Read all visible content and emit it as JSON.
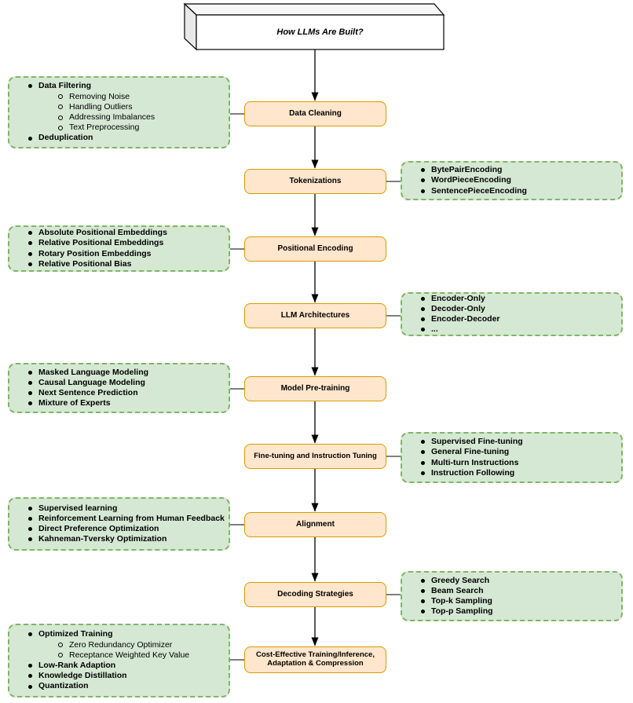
{
  "title": "How LLMs Are Built?",
  "flow": {
    "nodes": [
      {
        "label": "Data Cleaning"
      },
      {
        "label": "Tokenizations"
      },
      {
        "label": "Positional Encoding"
      },
      {
        "label": "LLM Architectures"
      },
      {
        "label": "Model Pre-training"
      },
      {
        "label": "Fine-tuning and Instruction Tuning"
      },
      {
        "label": "Alignment"
      },
      {
        "label": "Decoding Strategies"
      },
      {
        "label": "Cost-Effective Training/Inference, Adaptation & Compression"
      }
    ]
  },
  "side_boxes": [
    {
      "side": "left",
      "connects_to": "Data Cleaning",
      "items": [
        {
          "text": "Data Filtering",
          "level": 1
        },
        {
          "text": "Removing Noise",
          "level": 2
        },
        {
          "text": "Handling Outliers",
          "level": 2
        },
        {
          "text": "Addressing Imbalances",
          "level": 2
        },
        {
          "text": "Text Preprocessing",
          "level": 2
        },
        {
          "text": "Deduplication",
          "level": 1
        }
      ]
    },
    {
      "side": "right",
      "connects_to": "Tokenizations",
      "items": [
        {
          "text": "BytePairEncoding",
          "level": 1
        },
        {
          "text": "WordPieceEncoding",
          "level": 1
        },
        {
          "text": "SentencePieceEncoding",
          "level": 1
        }
      ]
    },
    {
      "side": "left",
      "connects_to": "Positional Encoding",
      "items": [
        {
          "text": "Absolute Positional Embeddings",
          "level": 1
        },
        {
          "text": "Relative Positional Embeddings",
          "level": 1
        },
        {
          "text": "Rotary Position Embeddings",
          "level": 1
        },
        {
          "text": "Relative Positional Bias",
          "level": 1
        }
      ]
    },
    {
      "side": "right",
      "connects_to": "LLM Architectures",
      "items": [
        {
          "text": "Encoder-Only",
          "level": 1
        },
        {
          "text": "Decoder-Only",
          "level": 1
        },
        {
          "text": "Encoder-Decoder",
          "level": 1
        },
        {
          "text": "...",
          "level": 1
        }
      ]
    },
    {
      "side": "left",
      "connects_to": "Model Pre-training",
      "items": [
        {
          "text": "Masked Language Modeling",
          "level": 1
        },
        {
          "text": "Causal Language Modeling",
          "level": 1
        },
        {
          "text": "Next Sentence Prediction",
          "level": 1
        },
        {
          "text": "Mixture of Experts",
          "level": 1
        }
      ]
    },
    {
      "side": "right",
      "connects_to": "Fine-tuning and Instruction Tuning",
      "items": [
        {
          "text": "Supervised Fine-tuning",
          "level": 1
        },
        {
          "text": "General Fine-tuning",
          "level": 1
        },
        {
          "text": "Multi-turn Instructions",
          "level": 1
        },
        {
          "text": "Instruction Following",
          "level": 1
        }
      ]
    },
    {
      "side": "left",
      "connects_to": "Alignment",
      "items": [
        {
          "text": "Supervised learning",
          "level": 1
        },
        {
          "text": "Reinforcement Learning from Human Feedback",
          "level": 1
        },
        {
          "text": "Direct Preference Optimization",
          "level": 1
        },
        {
          "text": "Kahneman-Tversky Optimization",
          "level": 1
        }
      ]
    },
    {
      "side": "right",
      "connects_to": "Decoding Strategies",
      "items": [
        {
          "text": "Greedy Search",
          "level": 1
        },
        {
          "text": "Beam Search",
          "level": 1
        },
        {
          "text": "Top-k Sampling",
          "level": 1
        },
        {
          "text": "Top-p Sampling",
          "level": 1
        }
      ]
    },
    {
      "side": "left",
      "connects_to": "Cost-Effective Training/Inference, Adaptation & Compression",
      "items": [
        {
          "text": "Optimized Training",
          "level": 1
        },
        {
          "text": "Zero Redundancy Optimizer",
          "level": 2
        },
        {
          "text": "Receptance Weighted Key Value",
          "level": 2
        },
        {
          "text": "Low-Rank Adaption",
          "level": 1
        },
        {
          "text": "Knowledge Distillation",
          "level": 1
        },
        {
          "text": "Quantization",
          "level": 1
        }
      ]
    }
  ],
  "colors": {
    "node_fill": "#FFE6CC",
    "node_border": "#D79B00",
    "side_fill": "#D5E8D4",
    "side_border": "#82B366",
    "line": "#000000"
  }
}
